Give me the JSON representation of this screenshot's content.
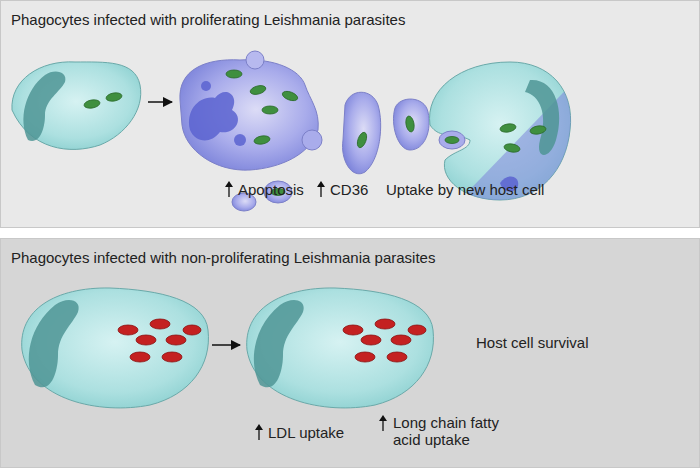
{
  "diagram": {
    "nodes": [
      {
        "text": [
          "Phagocytes infected with proliferating Leishmania parasites"
        ]
      },
      {
        "text": [
          "Phagocytes infected with non-proliferating Leishmania parasites"
        ]
      }
    ],
    "labels": [
      "Apoptosis",
      "CD36",
      "Uptake by new host cell",
      "Host cell survival",
      "LDL uptake",
      "Long chain fatty acid uptake"
    ]
  }
}
